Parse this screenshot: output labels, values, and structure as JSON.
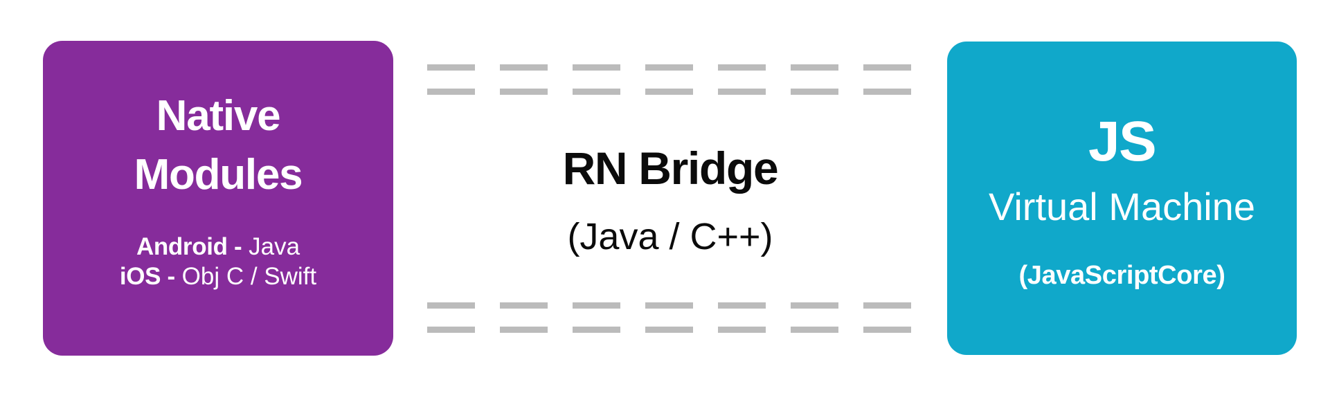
{
  "colors": {
    "native-box-bg": "#862C9B",
    "js-box-bg": "#10A8CA",
    "dash": "#BBBBBB",
    "bridge-text": "#0B0B0B",
    "box-text": "#FFFFFF"
  },
  "native_box": {
    "title_line1": "Native",
    "title_line2": "Modules",
    "platform1_label": "Android -",
    "platform1_value": "Java",
    "platform2_label": "iOS -",
    "platform2_value": "Obj C / Swift"
  },
  "bridge": {
    "title": "RN Bridge",
    "subtitle": "(Java / C++)"
  },
  "js_box": {
    "title": "JS",
    "subtitle": "Virtual Machine",
    "note": "(JavaScriptCore)"
  },
  "dashed_lines": {
    "groups": 2,
    "rows_per_group": 2,
    "dashes_per_row": 7
  }
}
